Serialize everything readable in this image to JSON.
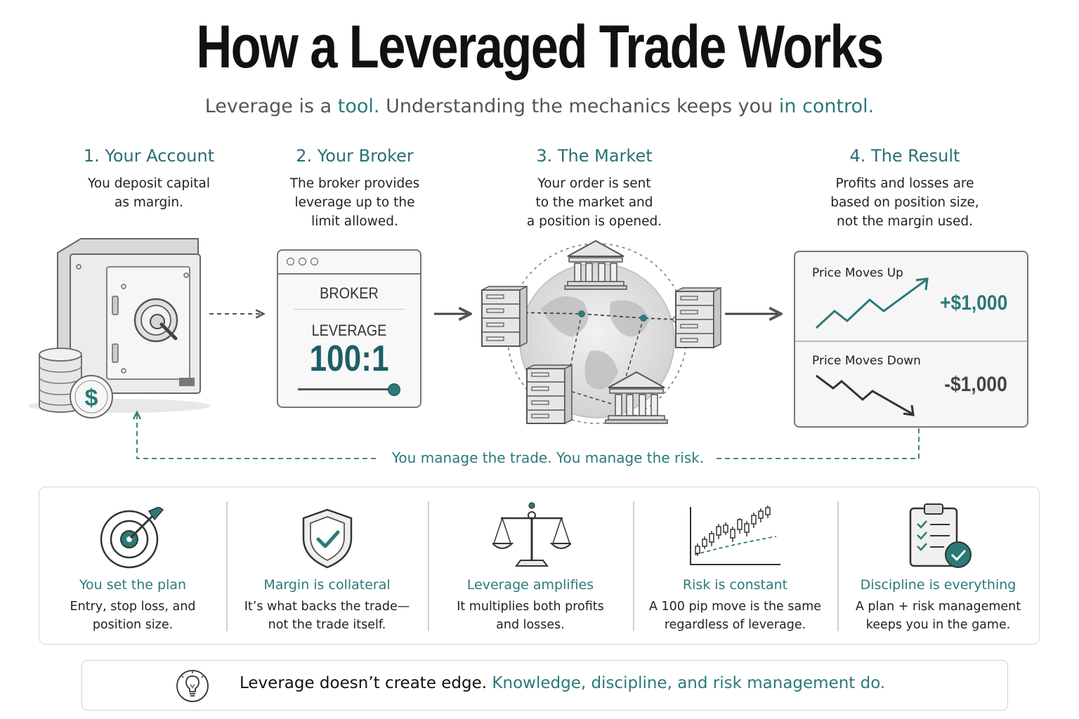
{
  "title": "How a Leveraged Trade Works",
  "subtitle": {
    "part1": "Leverage is a ",
    "highlight1": "tool.",
    "part2": " Understanding the mechanics keeps you ",
    "highlight2": "in control."
  },
  "steps": [
    {
      "title": "1. Your Account",
      "line1": "You deposit capital",
      "line2": "as margin.",
      "line3": ""
    },
    {
      "title": "2. Your Broker",
      "line1": "The broker provides",
      "line2": "leverage up to the",
      "line3": "limit allowed."
    },
    {
      "title": "3. The Market",
      "line1": "Your order is sent",
      "line2": "to the market and",
      "line3": "a position is opened."
    },
    {
      "title": "4. The Result",
      "line1": "Profits and losses are",
      "line2": "based on position size,",
      "line3": "not the margin used."
    }
  ],
  "broker_window": {
    "name": "BROKER",
    "leverage_label": "LEVERAGE",
    "leverage_value": "100:1",
    "slider_level": 1.0
  },
  "result_panel": {
    "up_label": "Price Moves Up",
    "up_amount": "+$1,000",
    "down_label": "Price Moves Down",
    "down_amount": "-$1,000"
  },
  "account_symbol": "$",
  "manage_text": "You manage the trade. You manage the risk.",
  "principles": [
    {
      "icon": "target-icon",
      "title": "You set the plan",
      "line1": "Entry, stop loss, and",
      "line2": "position size."
    },
    {
      "icon": "shield-check-icon",
      "title": "Margin is collateral",
      "line1": "It’s what backs the trade—",
      "line2": "not the trade itself."
    },
    {
      "icon": "scales-icon",
      "title": "Leverage amplifies",
      "line1": "It multiplies both profits",
      "line2": "and losses."
    },
    {
      "icon": "candlestick-chart-icon",
      "title": "Risk is constant",
      "line1": "A 100 pip move is the same",
      "line2": "regardless of leverage."
    },
    {
      "icon": "clipboard-check-icon",
      "title": "Discipline is everything",
      "line1": "A plan + risk management",
      "line2": "keeps you in the game."
    }
  ],
  "footer": {
    "part1": "Leverage doesn’t create edge. ",
    "highlight": "Knowledge, discipline, and risk management do."
  },
  "colors": {
    "accent": "#2a7a78",
    "dark_accent": "#1e5f66",
    "stroke": "#555555"
  }
}
